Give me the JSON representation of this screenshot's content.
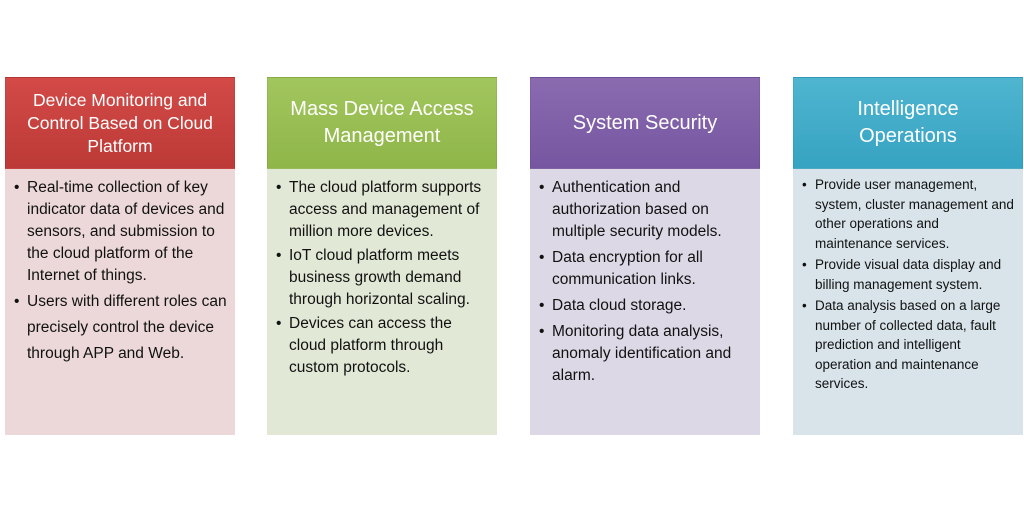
{
  "columns": [
    {
      "title": "Device Monitoring and\nControl Based on Cloud\nPlatform",
      "header_color": "#c0403d",
      "body_color": "#ecd8d8",
      "bullets": [
        "Real-time collection of key indicator data of devices and sensors, and submission to the cloud platform of the Internet of things.",
        "Users with different roles can precisely control the device through APP and Web."
      ]
    },
    {
      "title": "Mass Device Access\nManagement",
      "header_color": "#9bbb59",
      "body_color": "#e1e8d6",
      "bullets": [
        "The cloud platform supports access and management of million more devices.",
        "IoT cloud platform meets business growth demand through horizontal scaling.",
        "Devices can access the cloud platform through custom protocols."
      ]
    },
    {
      "title": "System Security",
      "header_color": "#7f60a7",
      "body_color": "#ddd8e6",
      "bullets": [
        "Authentication and authorization based on multiple security models.",
        "Data encryption for all communication links.",
        "Data cloud storage.",
        "Monitoring data analysis, anomaly identification and alarm."
      ]
    },
    {
      "title": "Intelligence\nOperations",
      "header_color": "#41acc8",
      "body_color": "#d8e4ea",
      "bullets": [
        "Provide user management, system, cluster management and other operations and maintenance services.",
        "Provide visual data display and billing management system.",
        "Data analysis based on a large number of collected data, fault prediction and intelligent operation and maintenance services."
      ]
    }
  ]
}
